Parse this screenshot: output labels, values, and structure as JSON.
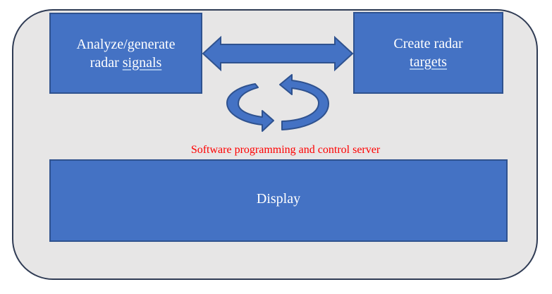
{
  "diagram": {
    "nodes": {
      "analyze": {
        "line1": "Analyze/generate",
        "line2_prefix": "radar ",
        "line2_underlined": "signals"
      },
      "create": {
        "line1": "Create radar",
        "line2": "targets"
      },
      "display": {
        "label": "Display"
      }
    },
    "server_label": "Software programming and control server",
    "colors": {
      "frame_fill": "#e7e6e6",
      "frame_border": "#2f3b54",
      "box_fill": "#4472c4",
      "box_border": "#2f528f",
      "box_text": "#ffffff",
      "server_label": "#ff0000"
    },
    "icons": [
      "double-headed-arrow-icon",
      "circular-arrows-icon"
    ]
  }
}
